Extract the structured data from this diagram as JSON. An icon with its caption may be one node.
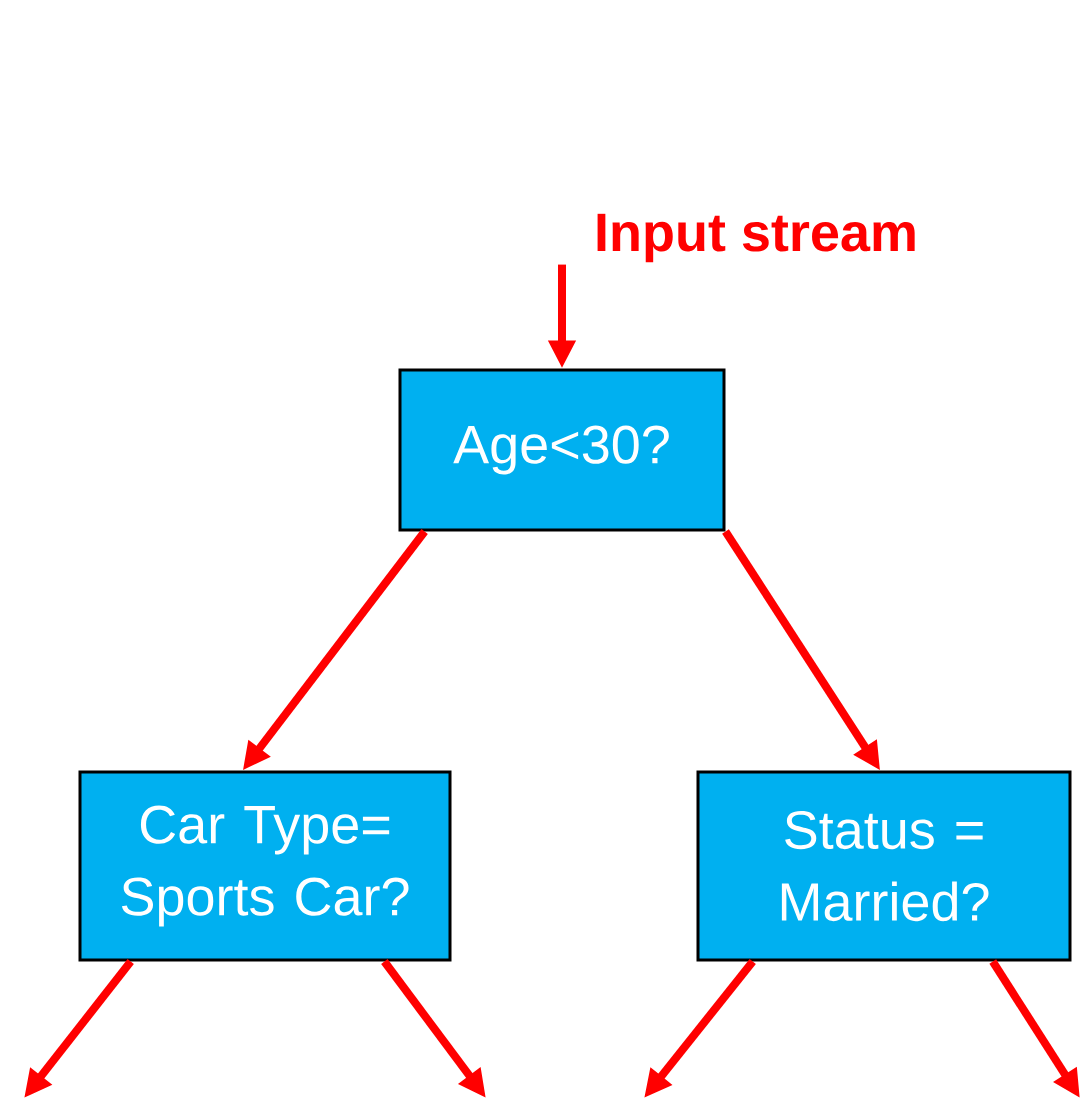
{
  "diagram": {
    "nodes": [
      {
        "text": [
          "Input stream"
        ]
      },
      {
        "text": [
          "Age<30?"
        ]
      },
      {
        "text": [
          "Car Type= Sports Car?"
        ]
      },
      {
        "text": [
          "Status = Married?"
        ]
      }
    ],
    "edges": [
      {
        "from": 0,
        "to": 1,
        "arrow": "to"
      },
      {
        "from": 1,
        "to": 2,
        "arrow": "to"
      },
      {
        "from": 1,
        "to": 3,
        "arrow": "to"
      },
      {
        "from": 2,
        "to": null,
        "arrow": "to"
      },
      {
        "from": 2,
        "to": null,
        "arrow": "to"
      },
      {
        "from": 3,
        "to": null,
        "arrow": "to"
      },
      {
        "from": 3,
        "to": null,
        "arrow": "to"
      }
    ]
  }
}
